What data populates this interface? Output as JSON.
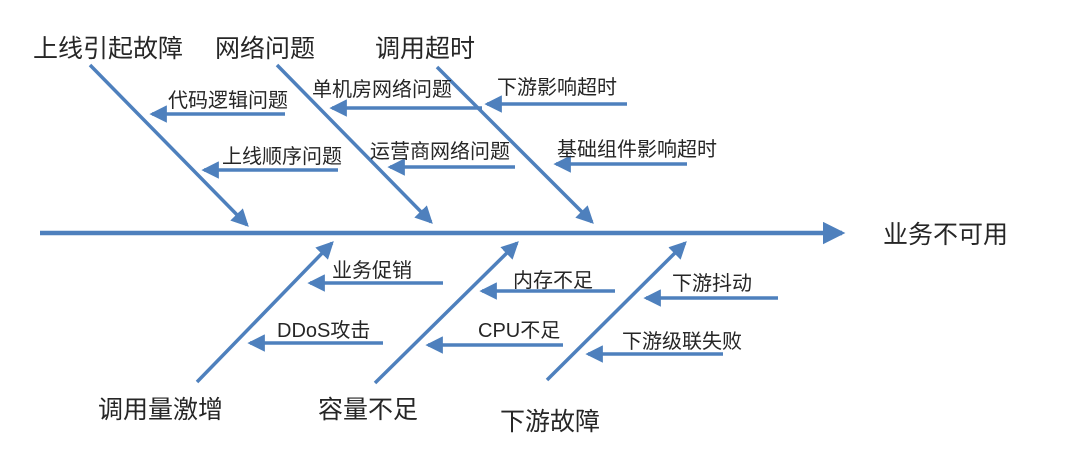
{
  "diagram": {
    "type": "fishbone-cause-effect",
    "effect": "业务不可用",
    "colors": {
      "line": "#4E80BD",
      "text": "#262626",
      "background": "#FFFFFF"
    },
    "top_branches": [
      {
        "label": "上线引起故障",
        "causes": [
          "代码逻辑问题",
          "上线顺序问题"
        ]
      },
      {
        "label": "网络问题",
        "causes": [
          "单机房网络问题",
          "运营商网络问题"
        ]
      },
      {
        "label": "调用超时",
        "causes": [
          "下游影响超时",
          "基础组件影响超时"
        ]
      }
    ],
    "bottom_branches": [
      {
        "label": "调用量激增",
        "causes": [
          "业务促销",
          "DDoS攻击"
        ]
      },
      {
        "label": "容量不足",
        "causes": [
          "内存不足",
          "CPU不足"
        ]
      },
      {
        "label": "下游故障",
        "causes": [
          "下游抖动",
          "下游级联失败"
        ]
      }
    ]
  }
}
